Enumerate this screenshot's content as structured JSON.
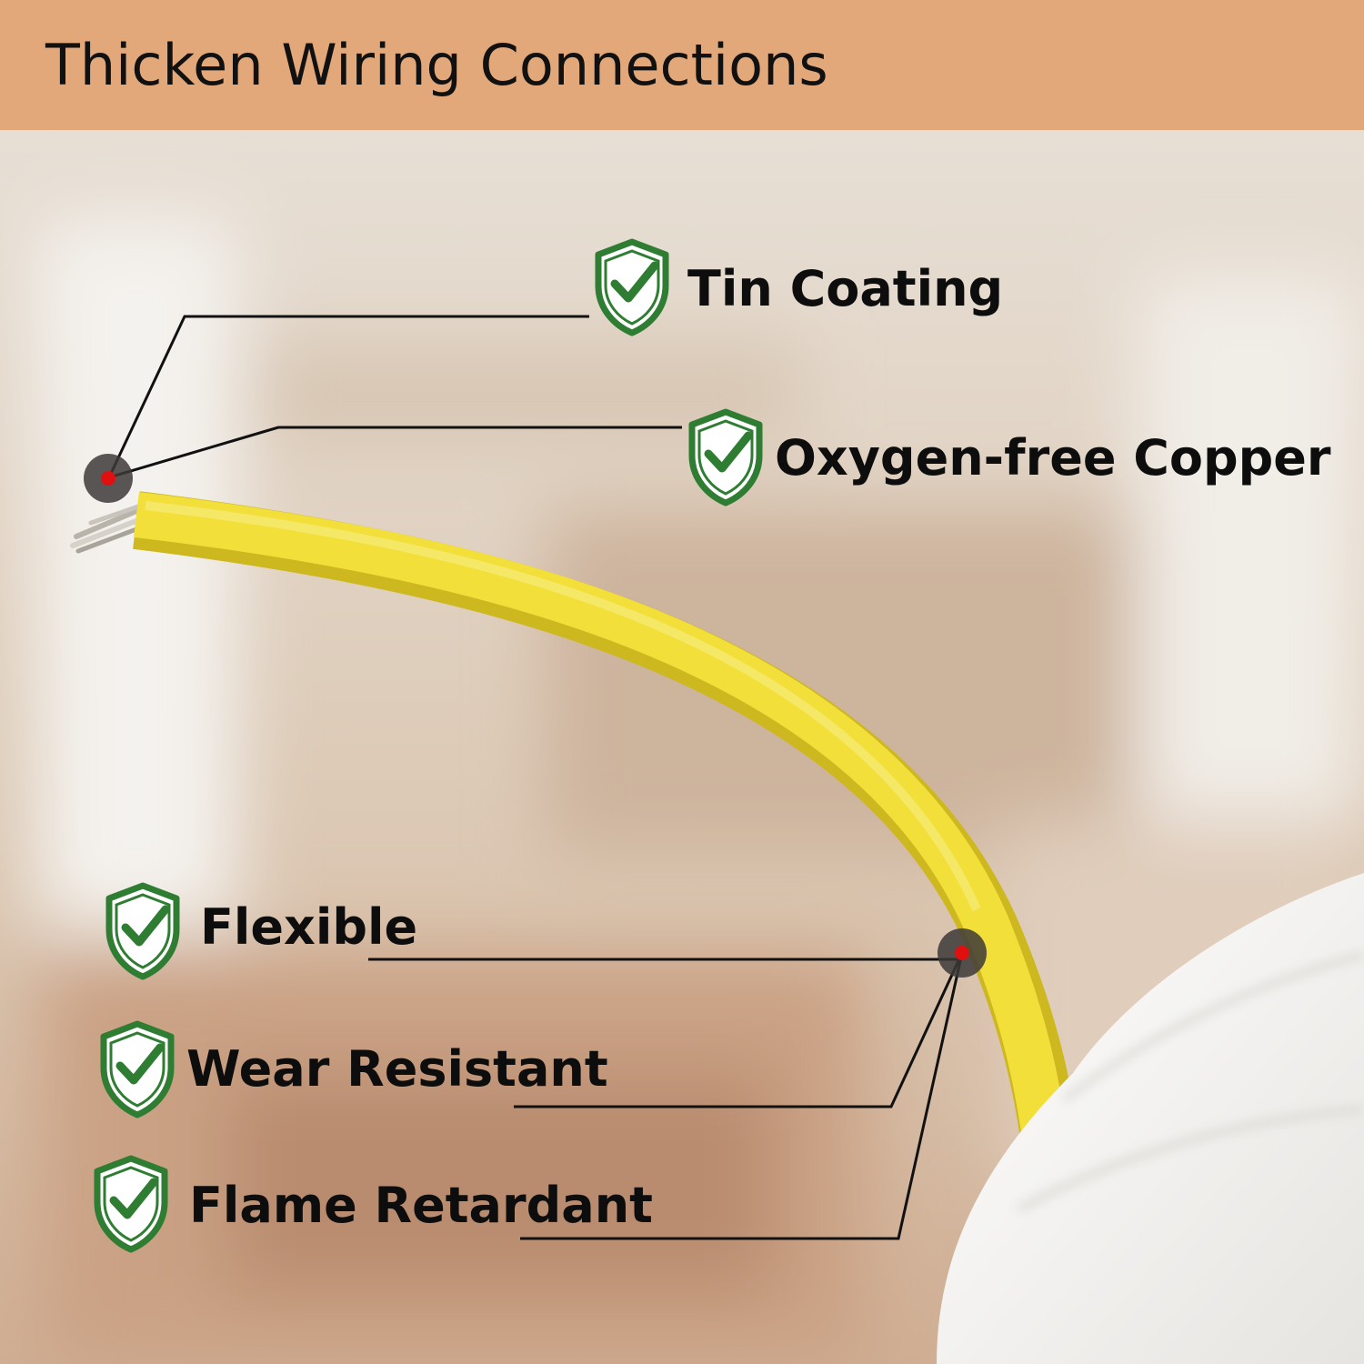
{
  "header": {
    "title": "Thicken Wiring Connections"
  },
  "features": {
    "tin_coating": "Tin Coating",
    "oxygen_free_copper": "Oxygen-free Copper",
    "flexible": "Flexible",
    "wear_resistant": "Wear Resistant",
    "flame_retardant": "Flame Retardant"
  },
  "icons": {
    "feature_marker": "shield-check-icon",
    "callout_marker": "red-dot-icon"
  },
  "colors": {
    "header_band": "#e2a87a",
    "shield_green": "#2f7d32",
    "marker_red": "#e01010",
    "wire_yellow": "#f2df3a"
  }
}
